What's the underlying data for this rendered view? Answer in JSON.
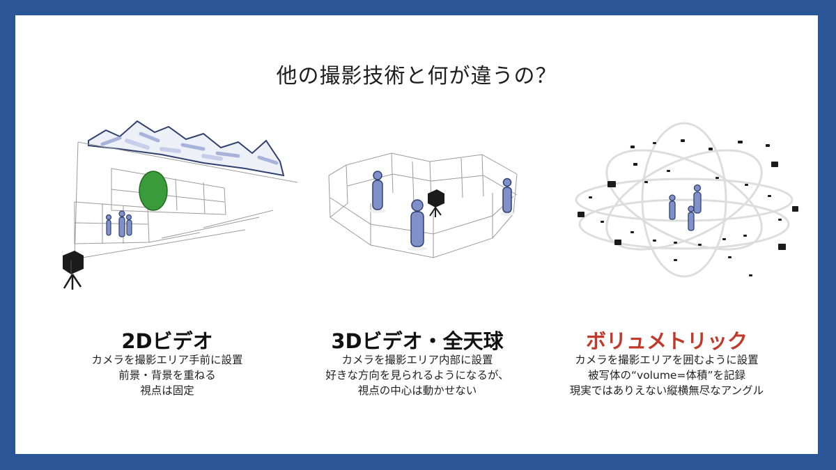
{
  "title": "他の撮影技術と何が違うの？",
  "colors": {
    "frame": "#2a5597",
    "accent": "#c0392b",
    "figure": "#8090c8",
    "tree": "#3a9b3a"
  },
  "columns": [
    {
      "heading": "2Dビデオ",
      "lines": [
        "カメラを撮影エリア手前に設置",
        "前景・背景を重ねる",
        "視点は固定"
      ],
      "icons": [
        "mountains-icon",
        "tree-icon",
        "people-icon",
        "camera-icon"
      ]
    },
    {
      "heading": "3Dビデオ・全天球",
      "lines": [
        "カメラを撮影エリア内部に設置",
        "好きな方向を見られるようになるが、",
        "視点の中心は動かせない"
      ],
      "icons": [
        "octagon-screens-icon",
        "people-icon",
        "camera-icon"
      ]
    },
    {
      "heading": "ボリュメトリック",
      "lines": [
        "カメラを撮影エリアを囲むように設置",
        "被写体の“volume=体積”を記録",
        "現実ではありえない縦横無尽なアングル"
      ],
      "icons": [
        "orbit-rings-icon",
        "people-icon",
        "camera-icon"
      ]
    }
  ]
}
